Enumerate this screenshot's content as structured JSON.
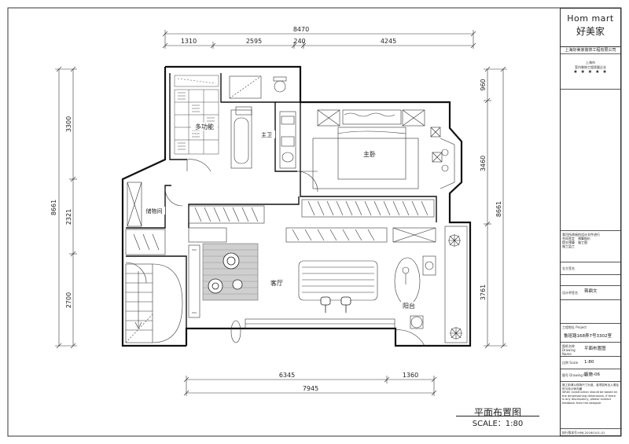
{
  "dims_top": {
    "total": "8470",
    "segments": [
      "1310",
      "2595",
      "240",
      "4245"
    ]
  },
  "dims_left": {
    "total": "8661",
    "segments": [
      "3300",
      "2321",
      "2700"
    ]
  },
  "dims_right": {
    "total": "8661",
    "segments": [
      "960",
      "3460",
      "3761"
    ]
  },
  "dims_bottom": {
    "total": "7945",
    "segments": [
      "6345",
      "1360"
    ]
  },
  "rooms": {
    "multi": "多功能",
    "bath": "主卫",
    "master": "主卧",
    "storage": "储物间",
    "living": "客厅",
    "balcony": "阳台"
  },
  "drawing": {
    "title": "平面布置图",
    "scale": "SCALE：1:80"
  },
  "title_block": {
    "brand_en": "Hom   mart",
    "brand_cn": "好美家",
    "company": "上海好美家装饰工程有限公司",
    "stamp_line1": "上海市",
    "stamp_line2": "室内装饰工程质量企业",
    "notes": [
      "我司所承接的设计文件进行",
      "合同签定　预算报价",
      "提交预算　施工图",
      "施工监工"
    ],
    "owner_label": "业主签名",
    "designer_label": "设计师签名",
    "designer_value": "蒋鼎文",
    "project_label": "工程地址 Project",
    "project_value": "鲁班路168弄7号3302室",
    "drawing_name_label": "图纸名称 Drawing Name",
    "drawing_name_value": "平面布置图",
    "scale_label": "比例 Scale",
    "scale_value": "1:80",
    "number_label": "图号 Drawing No.",
    "number_value": "饰施-06",
    "note_cn": "施工前请以现场尺寸为准，各项如有出入请及时与设计师沟通",
    "note_en": "When construction should be based on the dimensioning dimensions, if there is any discrepancy, please contact feedback from the designer",
    "record": "执行版本号:HMJ-20160101-01"
  }
}
